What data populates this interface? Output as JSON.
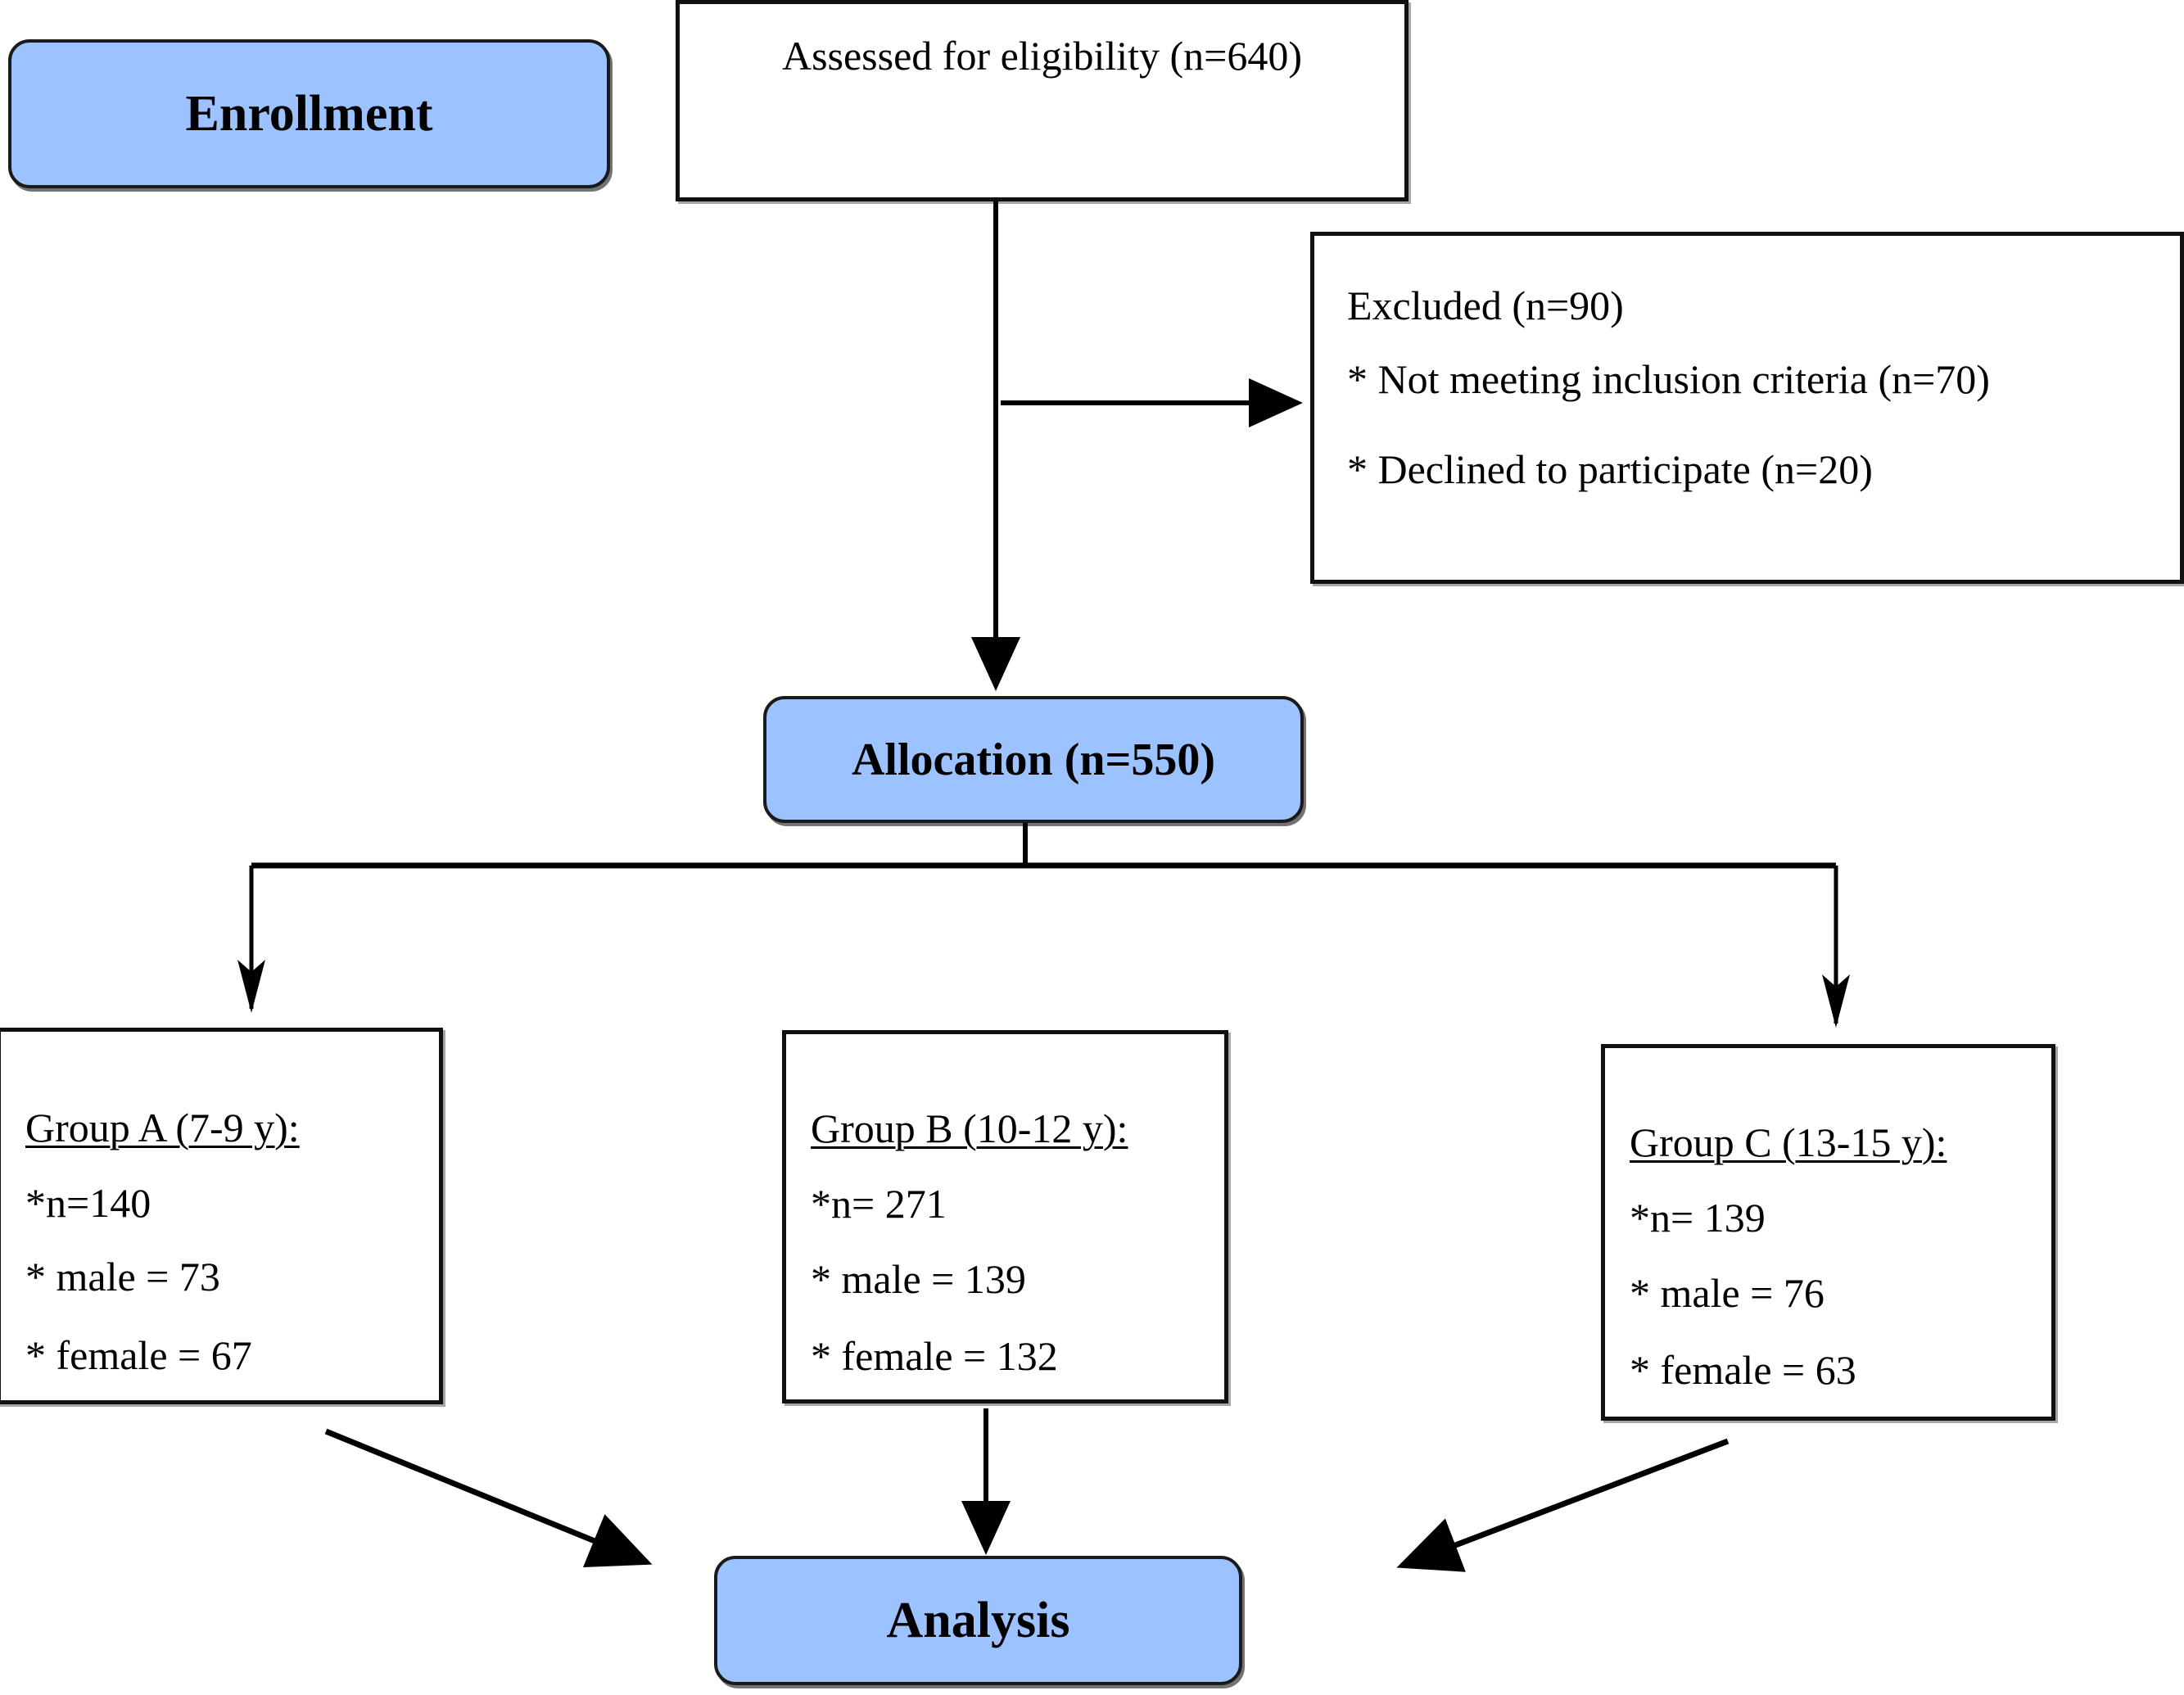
{
  "diagram": {
    "type": "consort-flow-diagram",
    "colors": {
      "stage_fill": "#9cc2ff",
      "stage_border": "#1a1a1a",
      "box_border": "#111111",
      "background": "#ffffff",
      "text": "#000000"
    }
  },
  "stages": {
    "enrollment": {
      "label": "Enrollment"
    },
    "allocation": {
      "label": "Allocation (n=550)"
    },
    "analysis": {
      "label": "Analysis"
    }
  },
  "boxes": {
    "assessed": {
      "lines": [
        "Assessed for eligibility (n=640)"
      ]
    },
    "excluded": {
      "lines": [
        "Excluded (n=90)",
        "* Not meeting inclusion criteria (n=70)",
        "* Declined to participate (n=20)"
      ]
    },
    "group_a": {
      "title": "Group A (7-9 y):",
      "lines": [
        "*n=140",
        "* male = 73",
        "* female = 67"
      ]
    },
    "group_b": {
      "title": "Group B (10-12 y):",
      "lines": [
        "*n= 271",
        "* male = 139",
        "* female = 132"
      ]
    },
    "group_c": {
      "title": "Group C (13-15 y):",
      "lines": [
        "*n= 139",
        "* male = 76",
        "* female = 63"
      ]
    }
  },
  "chart_data": {
    "type": "table",
    "title": "CONSORT participant flow",
    "nodes": [
      {
        "id": "enrollment",
        "kind": "stage",
        "label": "Enrollment"
      },
      {
        "id": "assessed",
        "kind": "box",
        "label": "Assessed for eligibility (n=640)",
        "n": 640
      },
      {
        "id": "excluded",
        "kind": "box",
        "label": "Excluded (n=90)",
        "n": 90
      },
      {
        "id": "allocation",
        "kind": "stage",
        "label": "Allocation (n=550)",
        "n": 550
      },
      {
        "id": "group_a",
        "kind": "box",
        "label": "Group A (7-9 y)",
        "n": 140,
        "male": 73,
        "female": 67
      },
      {
        "id": "group_b",
        "kind": "box",
        "label": "Group B (10-12 y)",
        "n": 271,
        "male": 139,
        "female": 132
      },
      {
        "id": "group_c",
        "kind": "box",
        "label": "Group C (13-15 y)",
        "n": 139,
        "male": 76,
        "female": 63
      },
      {
        "id": "analysis",
        "kind": "stage",
        "label": "Analysis"
      }
    ],
    "exclusion_reasons": [
      {
        "reason": "Not meeting inclusion criteria",
        "n": 70
      },
      {
        "reason": "Declined to participate",
        "n": 20
      }
    ],
    "edges": [
      {
        "from": "assessed",
        "to": "excluded"
      },
      {
        "from": "assessed",
        "to": "allocation"
      },
      {
        "from": "allocation",
        "to": "group_a"
      },
      {
        "from": "allocation",
        "to": "group_b"
      },
      {
        "from": "allocation",
        "to": "group_c"
      },
      {
        "from": "group_a",
        "to": "analysis"
      },
      {
        "from": "group_b",
        "to": "analysis"
      },
      {
        "from": "group_c",
        "to": "analysis"
      }
    ]
  }
}
